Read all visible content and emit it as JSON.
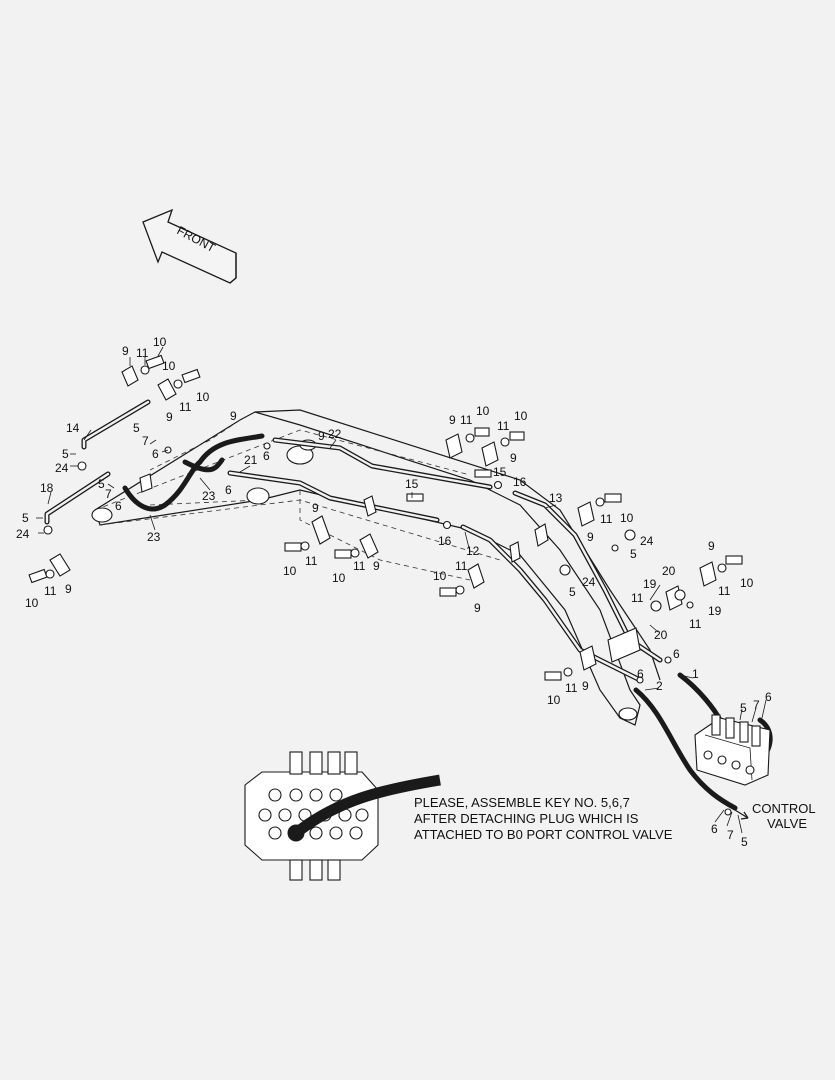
{
  "front_arrow": {
    "label": "FRONT"
  },
  "callouts": {
    "c1": "1",
    "c2": "2",
    "c5a": "5",
    "c5b": "5",
    "c5c": "5",
    "c5d": "5",
    "c5e": "5",
    "c5f": "5",
    "c5g": "5",
    "c5h": "5",
    "c6a": "6",
    "c6b": "6",
    "c6c": "6",
    "c6d": "6",
    "c6e": "6",
    "c6f": "6",
    "c6g": "6",
    "c6h": "6",
    "c7a": "7",
    "c7b": "7",
    "c7c": "7",
    "c7d": "7",
    "c9a": "9",
    "c9b": "9",
    "c9c": "9",
    "c9d": "9",
    "c9e": "9",
    "c9f": "9",
    "c9g": "9",
    "c9h": "9",
    "c9i": "9",
    "c9j": "9",
    "c9k": "9",
    "c9l": "9",
    "c9m": "9",
    "c10a": "10",
    "c10b": "10",
    "c10c": "10",
    "c10d": "10",
    "c10e": "10",
    "c10f": "10",
    "c10g": "10",
    "c10h": "10",
    "c10i": "10",
    "c10j": "10",
    "c10k": "10",
    "c10l": "10",
    "c11a": "11",
    "c11b": "11",
    "c11c": "11",
    "c11d": "11",
    "c11e": "11",
    "c11f": "11",
    "c11g": "11",
    "c11h": "11",
    "c11i": "11",
    "c11j": "11",
    "c11k": "11",
    "c11l": "11",
    "c11m": "11",
    "c12": "12",
    "c13": "13",
    "c14": "14",
    "c15a": "15",
    "c15b": "15",
    "c16a": "16",
    "c16b": "16",
    "c18": "18",
    "c19a": "19",
    "c19b": "19",
    "c20a": "20",
    "c20b": "20",
    "c21": "21",
    "c22": "22",
    "c23a": "23",
    "c23b": "23",
    "c24a": "24",
    "c24b": "24",
    "c24c": "24",
    "c24d": "24"
  },
  "control_valve_label": {
    "line1": "CONTROL",
    "line2": "VALVE"
  },
  "note": {
    "line1": "PLEASE, ASSEMBLE KEY NO. 5,6,7",
    "line2": "AFTER DETACHING PLUG WHICH IS",
    "line3": "ATTACHED TO B0 PORT CONTROL VALVE"
  }
}
